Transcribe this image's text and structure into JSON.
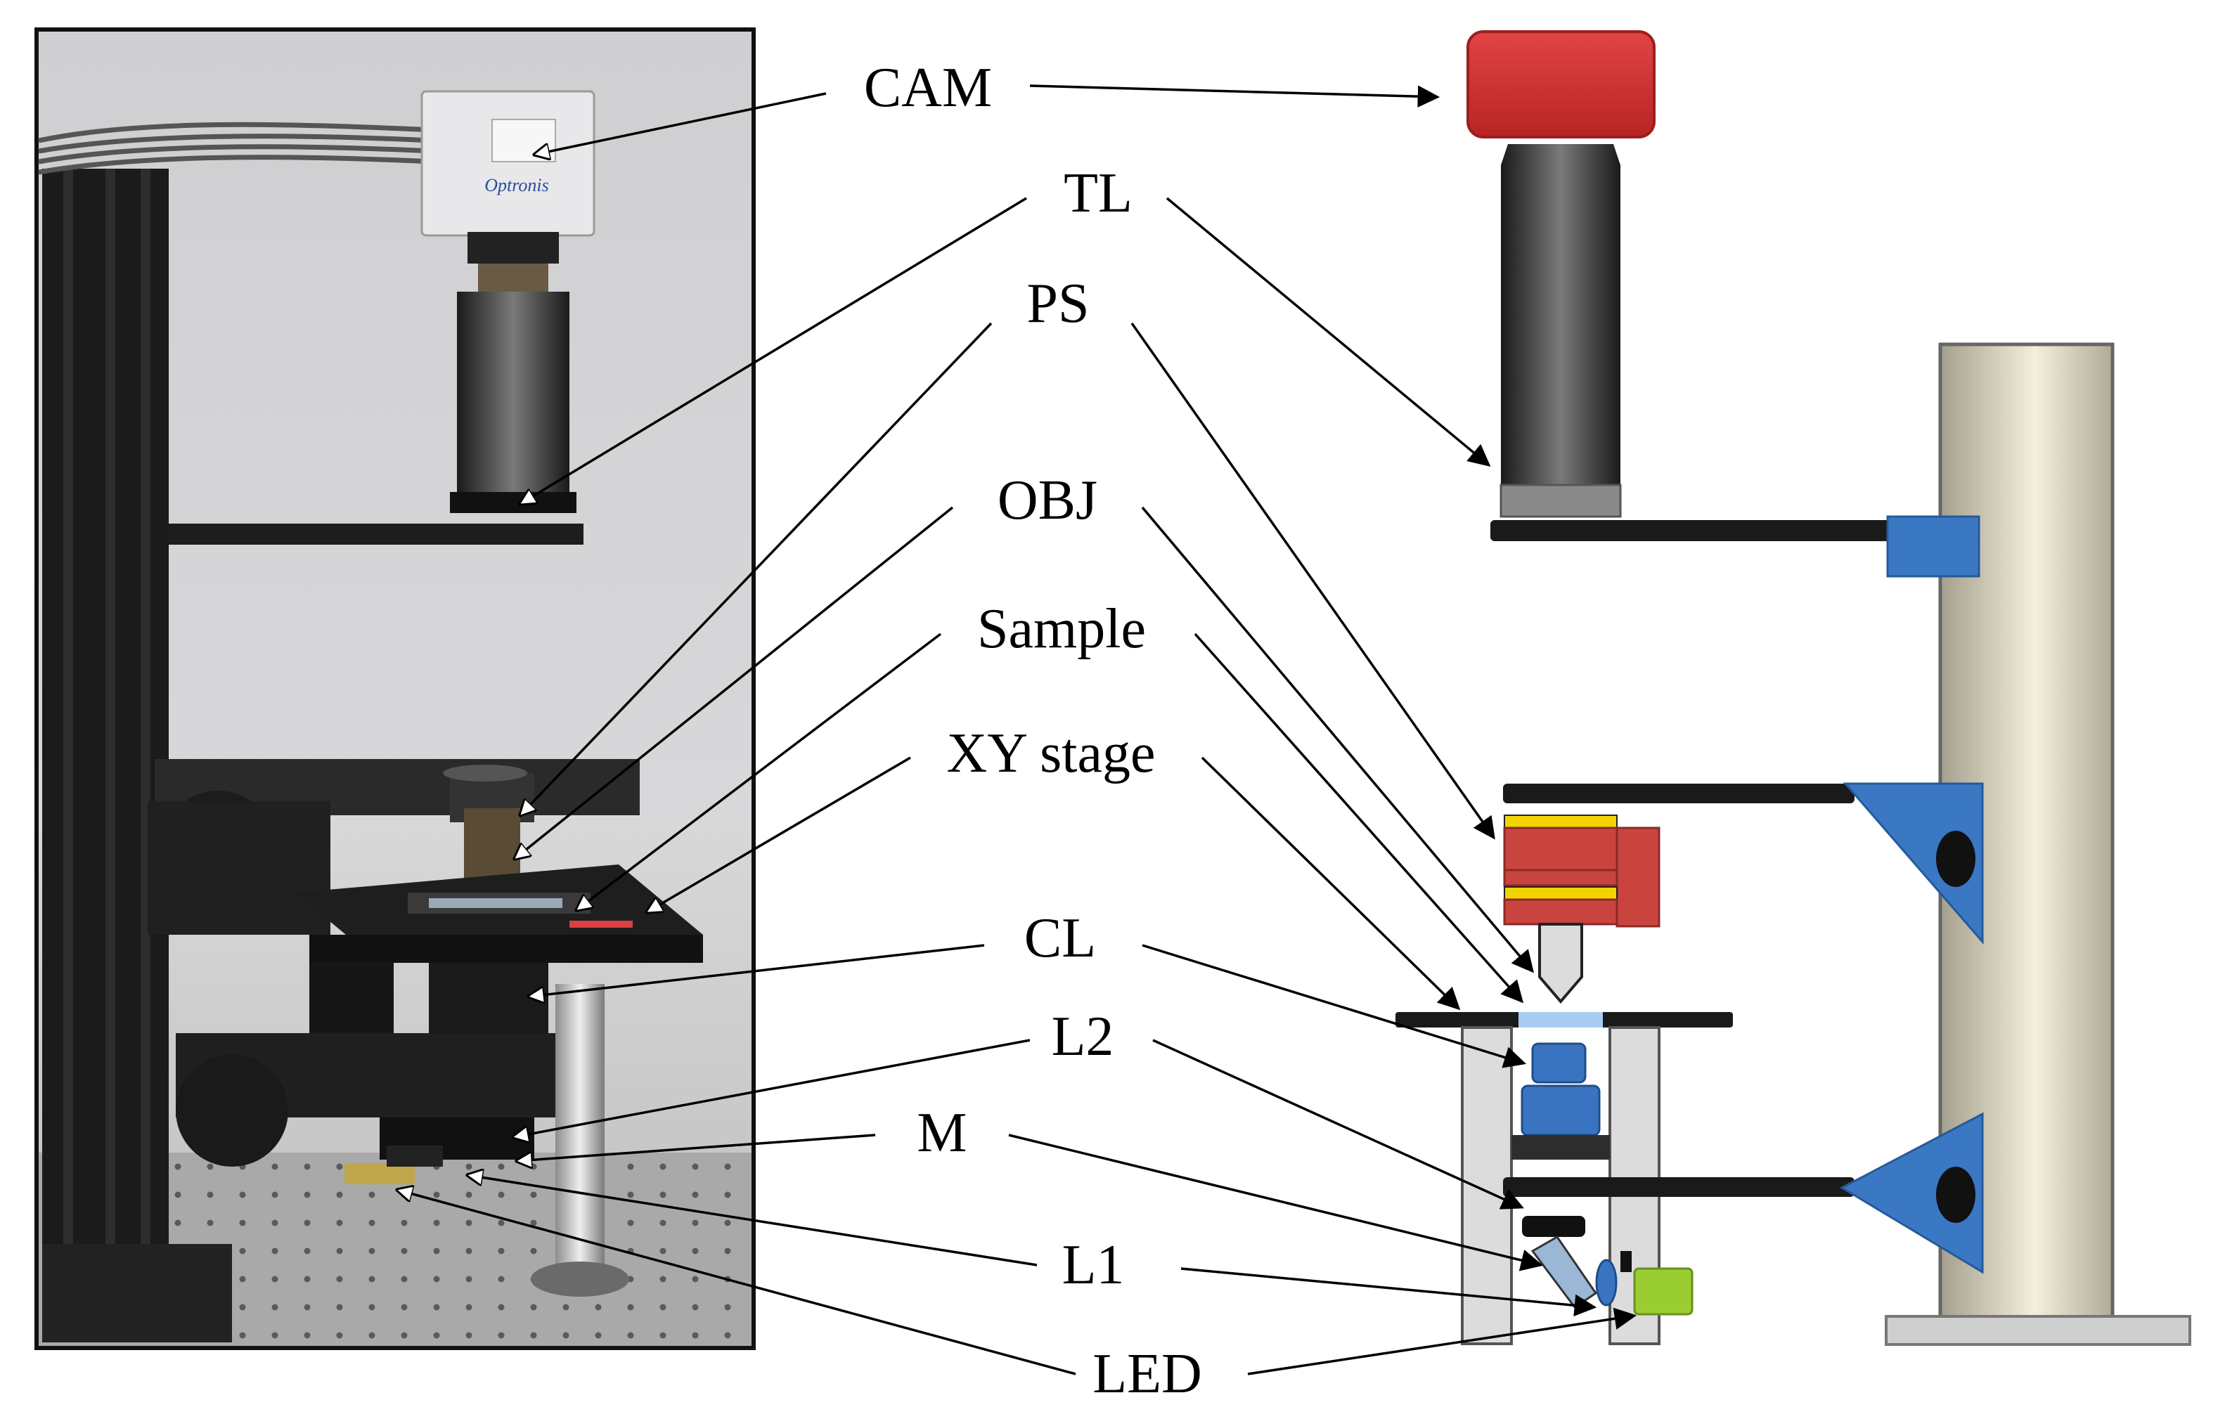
{
  "labels": {
    "cam": "CAM",
    "tl": "TL",
    "ps": "PS",
    "obj": "OBJ",
    "sample": "Sample",
    "xy_stage": "XY stage",
    "cl": "CL",
    "l2": "L2",
    "m": "M",
    "l1": "L1",
    "led": "LED"
  },
  "photo": {
    "camera_brand": "Optronis"
  },
  "colors": {
    "camera": "#d92f2f",
    "brackets": "#3d7bc9",
    "pillar": "#e2dcc6",
    "led": "#9acd32",
    "piezo": "#c9443f",
    "piezo_bands": "#f2d400",
    "sample": "#a9cdf2",
    "condenser": "#3a74c0"
  }
}
